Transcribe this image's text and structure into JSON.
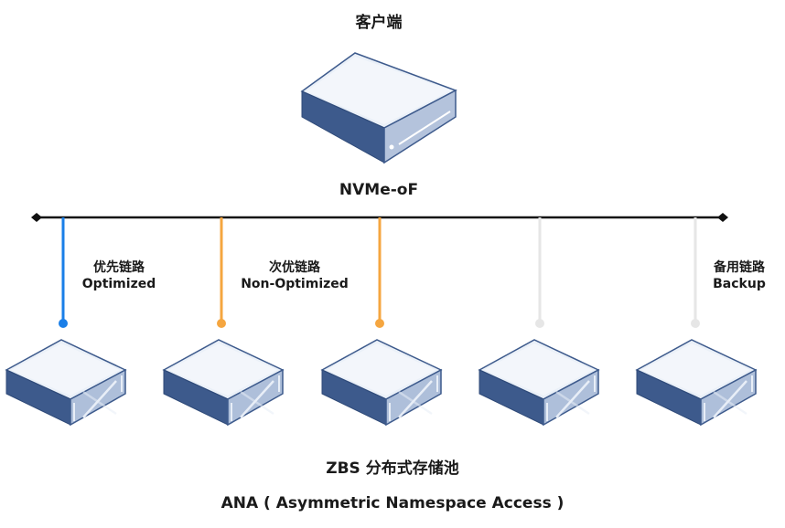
{
  "client": {
    "title": "客户端",
    "icon": "server-icon"
  },
  "fabric": {
    "label": "NVMe-oF"
  },
  "paths": [
    {
      "label_zh": "优先链路",
      "label_en": "Optimized",
      "color": "#1a7fe8"
    },
    {
      "label_zh": "次优链路",
      "label_en": "Non-Optimized",
      "color": "#f5a640"
    },
    {
      "label_zh": "",
      "label_en": "",
      "color": "#f5a640"
    },
    {
      "label_zh": "",
      "label_en": "",
      "color": "#e6e6e6"
    },
    {
      "label_zh": "备用链路",
      "label_en": "Backup",
      "color": "#e6e6e6"
    }
  ],
  "storage": {
    "pool_label": "ZBS 分布式存储池",
    "node_count": 5,
    "icon": "storage-node-icon"
  },
  "footer": {
    "ana_label": "ANA ( Asymmetric Namespace Access )"
  },
  "colors": {
    "server_top": "#e8eef7",
    "server_front": "#3d5a8c",
    "server_side": "#a9b8d2"
  }
}
